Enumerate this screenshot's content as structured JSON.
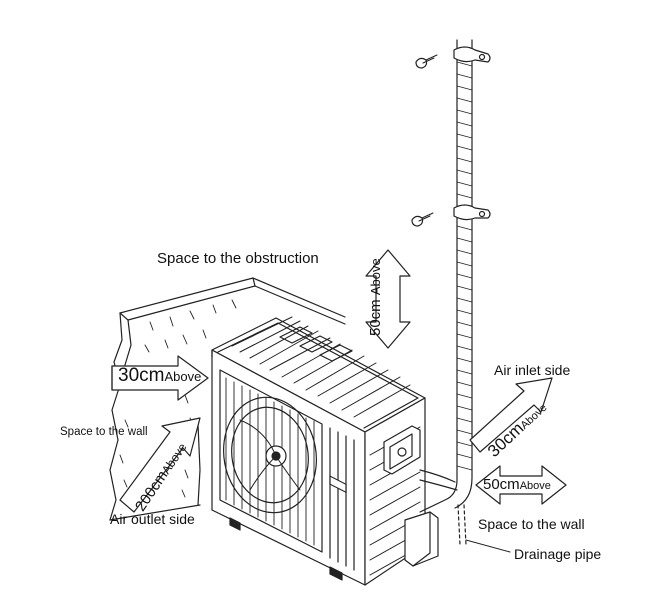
{
  "labels": {
    "obstruction": "Space to the obstruction",
    "air_inlet": "Air inlet side",
    "space_wall_left": "Space to the wall",
    "air_outlet": "Air outlet side",
    "space_wall_right": "Space to the wall",
    "drainage": "Drainage pipe"
  },
  "clearances": {
    "left": {
      "value": "30cm",
      "suffix": "Above"
    },
    "top": {
      "value": "50cm",
      "suffix": "Above"
    },
    "front": {
      "value": "200cm",
      "suffix": "Above"
    },
    "rear": {
      "value": "30cm",
      "suffix": "Above"
    },
    "right": {
      "value": "50cm",
      "suffix": "Above"
    }
  }
}
